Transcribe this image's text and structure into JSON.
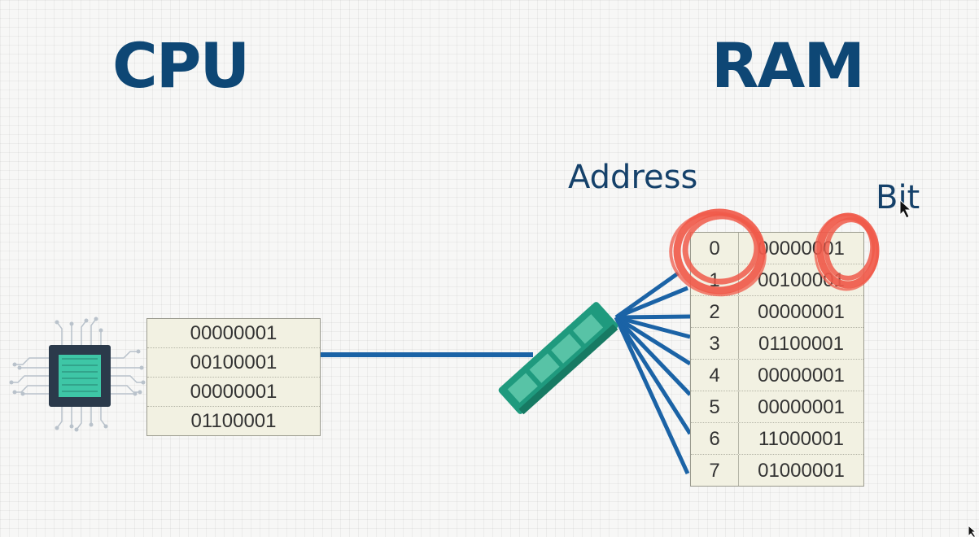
{
  "cpu": {
    "title": "CPU",
    "registers": [
      "00000001",
      "00100001",
      "00000001",
      "01100001"
    ]
  },
  "ram": {
    "title": "RAM",
    "address_label": "Address",
    "bit_label": "Bit",
    "rows": [
      {
        "address": "0",
        "value": "00000001"
      },
      {
        "address": "1",
        "value": "00100001"
      },
      {
        "address": "2",
        "value": "00000001"
      },
      {
        "address": "3",
        "value": "01100001"
      },
      {
        "address": "4",
        "value": "00000001"
      },
      {
        "address": "5",
        "value": "00000001"
      },
      {
        "address": "6",
        "value": "11000001"
      },
      {
        "address": "7",
        "value": "01000001"
      }
    ]
  },
  "colors": {
    "title": "#0e4775",
    "label": "#15416a",
    "bus": "#1b63a6",
    "ram_module": "#1f9a7e",
    "chip_body": "#2b3a4b",
    "chip_core": "#3ec6a6",
    "annotation": "#f05a4a"
  },
  "icons": [
    "cpu-chip-icon",
    "ram-module-icon",
    "mouse-pointer-icon"
  ]
}
